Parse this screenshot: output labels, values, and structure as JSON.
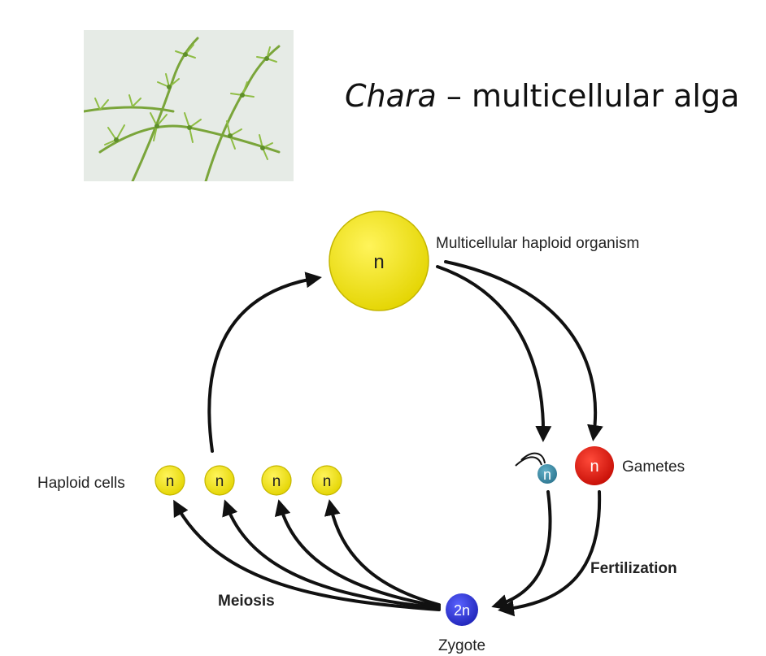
{
  "title": {
    "genus": "Chara",
    "rest": " – multicellular alga"
  },
  "photo": {
    "subject": "chara-alga-photo"
  },
  "diagram": {
    "organism": {
      "ploidy": "n",
      "label": "Multicellular haploid organism",
      "color": "#f2e600"
    },
    "sperm": {
      "ploidy": "n",
      "color": "#3f8fa8"
    },
    "egg": {
      "ploidy": "n",
      "color": "#e8160e"
    },
    "gametes_label": "Gametes",
    "fertilization_label": "Fertilization",
    "zygote": {
      "ploidy": "2n",
      "label": "Zygote",
      "color": "#2f35d8"
    },
    "meiosis_label": "Meiosis",
    "haploid_cells_label": "Haploid cells",
    "haploid_cells": [
      {
        "ploidy": "n"
      },
      {
        "ploidy": "n"
      },
      {
        "ploidy": "n"
      },
      {
        "ploidy": "n"
      }
    ],
    "haploid_color": "#f2e600"
  }
}
